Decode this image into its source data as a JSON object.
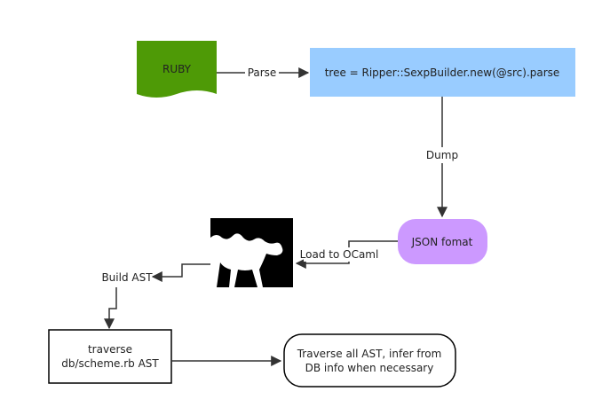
{
  "nodes": {
    "ruby": "RUBY",
    "ripper": "tree = Ripper::SexpBuilder.new(@src).parse",
    "json": "JSON fomat",
    "build_ast": "Build AST",
    "traverse_line1": "traverse",
    "traverse_line2": "db/scheme.rb AST",
    "infer_line1": "Traverse all AST, infer from",
    "infer_line2": "DB info when necessary"
  },
  "edges": {
    "parse": "Parse",
    "dump": "Dump",
    "load": "Load to OCaml"
  },
  "logo": {
    "icon": "ocaml-camel-logo"
  },
  "colors": {
    "ruby_fill": "#4E9A06",
    "ripper_fill": "#99CCFF",
    "json_fill": "#CC99FF",
    "line": "#333333"
  }
}
